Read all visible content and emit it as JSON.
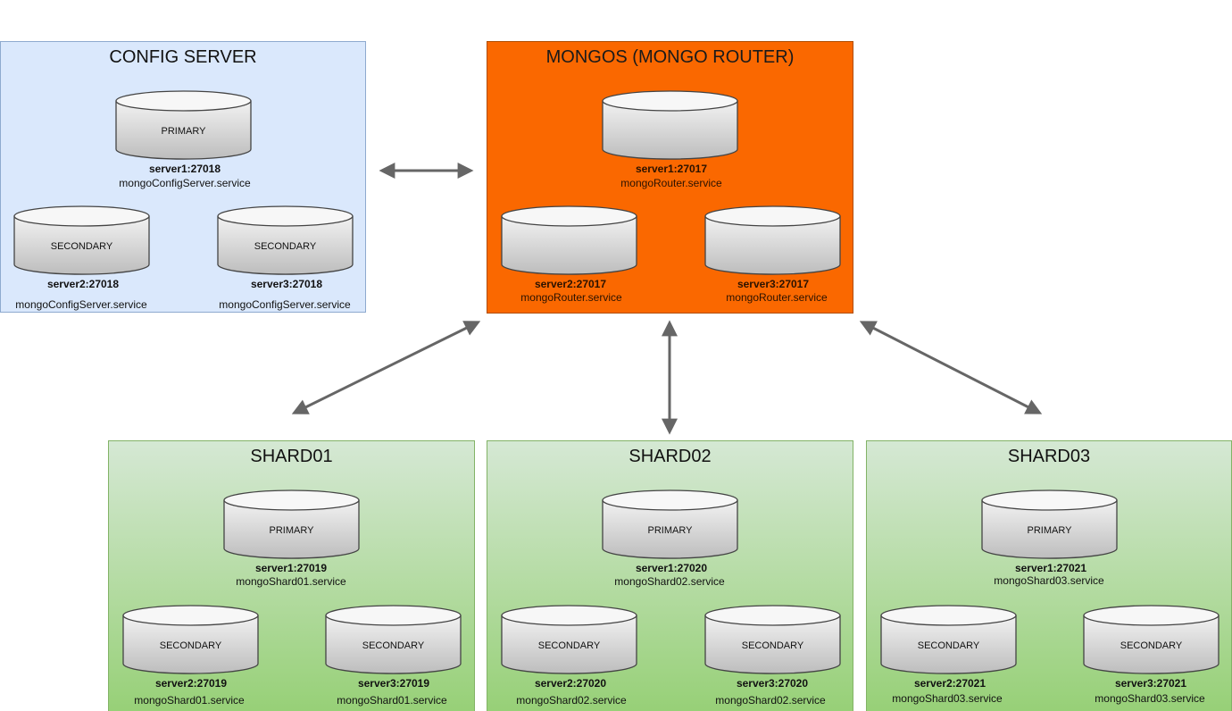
{
  "config": {
    "title": "CONFIG SERVER",
    "nodes": [
      {
        "role": "PRIMARY",
        "host": "server1:27018",
        "service": "mongoConfigServer.service"
      },
      {
        "role": "SECONDARY",
        "host": "server2:27018",
        "service": "mongoConfigServer.service"
      },
      {
        "role": "SECONDARY",
        "host": "server3:27018",
        "service": "mongoConfigServer.service"
      }
    ]
  },
  "router": {
    "title": "MONGOS (MONGO ROUTER)",
    "nodes": [
      {
        "role": "",
        "host": "server1:27017",
        "service": "mongoRouter.service"
      },
      {
        "role": "",
        "host": "server2:27017",
        "service": "mongoRouter.service"
      },
      {
        "role": "",
        "host": "server3:27017",
        "service": "mongoRouter.service"
      }
    ]
  },
  "shards": [
    {
      "title": "SHARD01",
      "nodes": [
        {
          "role": "PRIMARY",
          "host": "server1:27019",
          "service": "mongoShard01.service"
        },
        {
          "role": "SECONDARY",
          "host": "server2:27019",
          "service": "mongoShard01.service"
        },
        {
          "role": "SECONDARY",
          "host": "server3:27019",
          "service": "mongoShard01.service"
        }
      ]
    },
    {
      "title": "SHARD02",
      "nodes": [
        {
          "role": "PRIMARY",
          "host": "server1:27020",
          "service": "mongoShard02.service"
        },
        {
          "role": "SECONDARY",
          "host": "server2:27020",
          "service": "mongoShard02.service"
        },
        {
          "role": "SECONDARY",
          "host": "server3:27020",
          "service": "mongoShard02.service"
        }
      ]
    },
    {
      "title": "SHARD03",
      "nodes": [
        {
          "role": "PRIMARY",
          "host": "server1:27021",
          "service": "mongoShard03.service"
        },
        {
          "role": "SECONDARY",
          "host": "server2:27021",
          "service": "mongoShard03.service"
        },
        {
          "role": "SECONDARY",
          "host": "server3:27021",
          "service": "mongoShard03.service"
        }
      ]
    }
  ],
  "colors": {
    "config_fill": "#dae8fc",
    "router_fill": "#fa6800",
    "shard_fill_top": "#d5e8d4",
    "shard_fill_bottom": "#97d077",
    "arrow": "#666666"
  }
}
